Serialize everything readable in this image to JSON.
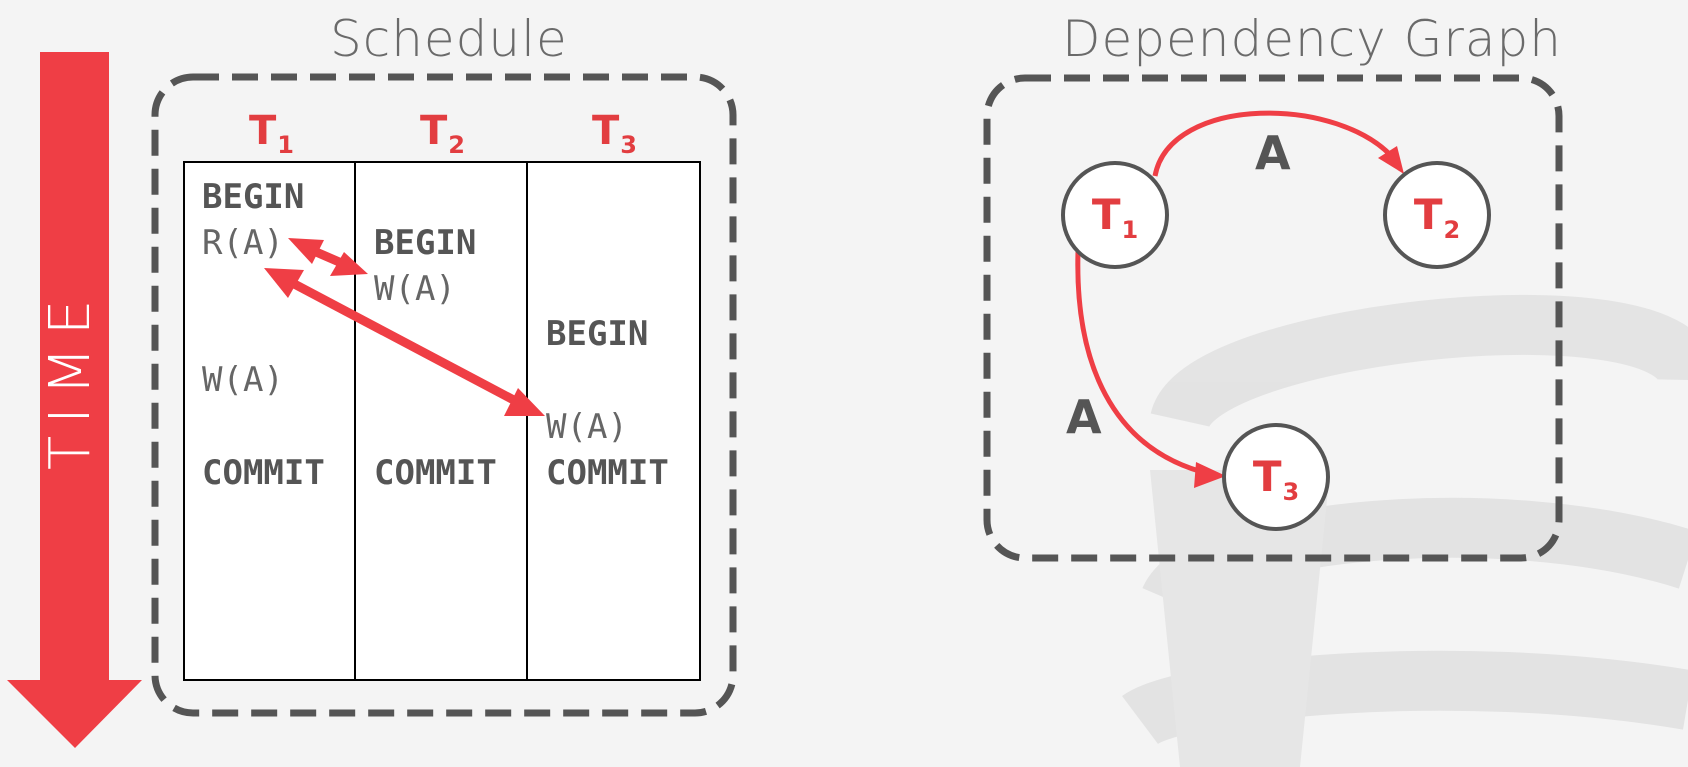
{
  "schedule": {
    "title": "Schedule",
    "time_label": "TIME",
    "transactions": [
      "T",
      "T",
      "T"
    ],
    "transaction_subscripts": [
      "1",
      "2",
      "3"
    ],
    "ops": {
      "t1_begin": "BEGIN",
      "t1_read": "R(A)",
      "t1_write": "W(A)",
      "t1_commit": "COMMIT",
      "t2_begin": "BEGIN",
      "t2_write": "W(A)",
      "t2_commit": "COMMIT",
      "t3_begin": "BEGIN",
      "t3_write": "W(A)",
      "t3_commit": "COMMIT"
    }
  },
  "graph": {
    "title": "Dependency Graph",
    "nodes": [
      {
        "label": "T",
        "sub": "1"
      },
      {
        "label": "T",
        "sub": "2"
      },
      {
        "label": "T",
        "sub": "3"
      }
    ],
    "edges": [
      {
        "from": "T1",
        "to": "T2",
        "label": "A"
      },
      {
        "from": "T1",
        "to": "T3",
        "label": "A"
      }
    ]
  },
  "colors": {
    "accent": "#ef3e45",
    "dashed_border": "#555555",
    "text": "#555555",
    "background": "#f4f4f4"
  }
}
